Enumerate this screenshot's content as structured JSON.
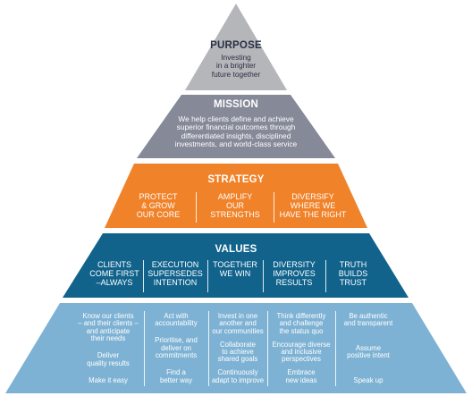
{
  "colors": {
    "purpose": "#b5b6b9",
    "mission": "#858998",
    "strategy": "#f08229",
    "values": "#11638c",
    "behaviours": "#7eb2d4",
    "background": "#ffffff"
  },
  "purpose": {
    "title": "PURPOSE",
    "line1": "Investing",
    "line2": "in a brighter",
    "line3": "future together"
  },
  "mission": {
    "title": "MISSION",
    "line1": "We help clients define and achieve",
    "line2": "superior financial outcomes through",
    "line3": "differentiated insights, disciplined",
    "line4": "investments, and world-class service"
  },
  "strategy": {
    "title": "STRATEGY",
    "items": [
      {
        "l1": "PROTECT",
        "l2": "& GROW",
        "l3": "OUR CORE"
      },
      {
        "l1": "AMPLIFY",
        "l2": "OUR",
        "l3": "STRENGTHS"
      },
      {
        "l1": "DIVERSIFY",
        "l2": "WHERE WE",
        "l3": "HAVE THE RIGHT"
      }
    ]
  },
  "values": {
    "title": "VALUES",
    "items": [
      {
        "l1": "CLIENTS",
        "l2": "COME FIRST",
        "l3": "–ALWAYS"
      },
      {
        "l1": "EXECUTION",
        "l2": "SUPERSEDES",
        "l3": "INTENTION"
      },
      {
        "l1": "TOGETHER",
        "l2": "WE WIN",
        "l3": ""
      },
      {
        "l1": "DIVERSITY",
        "l2": "IMPROVES",
        "l3": "RESULTS"
      },
      {
        "l1": "TRUTH",
        "l2": "BUILDS",
        "l3": "TRUST"
      }
    ]
  },
  "behaviours": {
    "columns": [
      [
        {
          "l1": "Know our clients",
          "l2": "– and their clients –",
          "l3": "and anticipate",
          "l4": "their needs"
        },
        {
          "l1": "Deliver",
          "l2": "quality results",
          "l3": "",
          "l4": ""
        },
        {
          "l1": "Make it easy",
          "l2": "",
          "l3": "",
          "l4": ""
        }
      ],
      [
        {
          "l1": "Act with",
          "l2": "accountability",
          "l3": "",
          "l4": ""
        },
        {
          "l1": "Prioritise, and",
          "l2": "deliver on",
          "l3": "commitments",
          "l4": ""
        },
        {
          "l1": "Find a",
          "l2": "better way",
          "l3": "",
          "l4": ""
        }
      ],
      [
        {
          "l1": "Invest in one",
          "l2": "another and",
          "l3": "our communities",
          "l4": ""
        },
        {
          "l1": "Collaborate",
          "l2": "to achieve",
          "l3": "shared goals",
          "l4": ""
        },
        {
          "l1": "Continuously",
          "l2": "adapt to improve",
          "l3": "",
          "l4": ""
        }
      ],
      [
        {
          "l1": "Think differently",
          "l2": "and challenge",
          "l3": "the status quo",
          "l4": ""
        },
        {
          "l1": "Encourage diverse",
          "l2": "and inclusive",
          "l3": "perspectives",
          "l4": ""
        },
        {
          "l1": "Embrace",
          "l2": "new ideas",
          "l3": "",
          "l4": ""
        }
      ],
      [
        {
          "l1": "Be authentic",
          "l2": "and transparent",
          "l3": "",
          "l4": ""
        },
        {
          "l1": "Assume",
          "l2": "positive intent",
          "l3": "",
          "l4": ""
        },
        {
          "l1": "Speak up",
          "l2": "",
          "l3": "",
          "l4": ""
        }
      ]
    ]
  }
}
